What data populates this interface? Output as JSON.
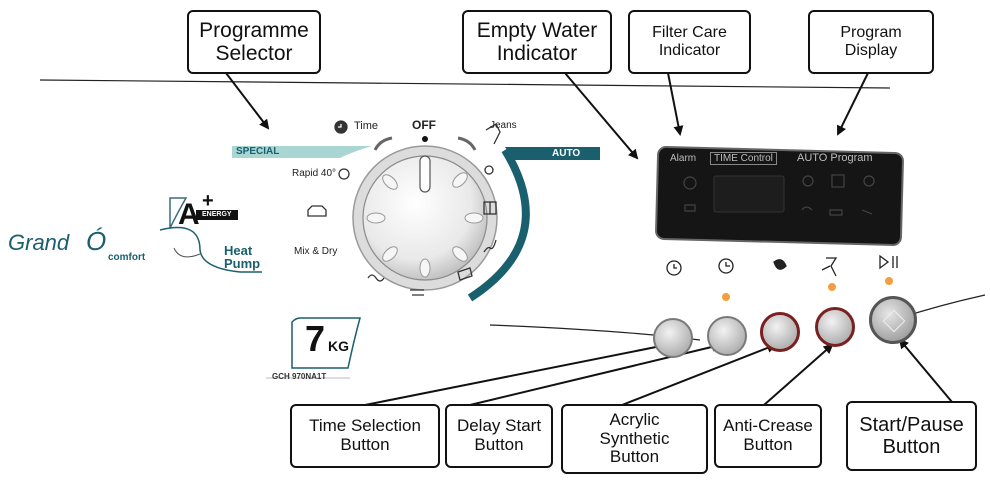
{
  "callouts": {
    "programme_selector": "Programme Selector",
    "empty_water": "Empty Water Indicator",
    "filter_care": "Filter Care Indicator",
    "program_display": "Program Display",
    "time_selection": "Time Selection Button",
    "delay_start": "Delay Start Button",
    "acrylic": "Acrylic Synthetic Button",
    "anti_crease": "Anti-Crease Button",
    "start_pause": "Start/Pause Button"
  },
  "panel": {
    "brand": "Grand",
    "brand_sub": "comfort",
    "energy_class": "A",
    "energy_plus": "+",
    "energy_word": "ENERGY",
    "heat": "Heat",
    "pump": "Pump",
    "capacity_num": "7",
    "capacity_unit": "KG",
    "model": "GCH 970NA1T"
  },
  "dial": {
    "off": "OFF",
    "time": "Time",
    "jeans": "Jeans",
    "special": "SPECIAL",
    "auto": "AUTO",
    "rapid": "Rapid 40°",
    "mix_dry": "Mix & Dry"
  },
  "display": {
    "alarm": "Alarm",
    "time_control": "TIME Control",
    "auto_program": "AUTO Program"
  },
  "colors": {
    "teal": "#1a5f6e",
    "special_band": "#a9d6d3",
    "display_bg": "#151515",
    "led": "#f0a040"
  }
}
